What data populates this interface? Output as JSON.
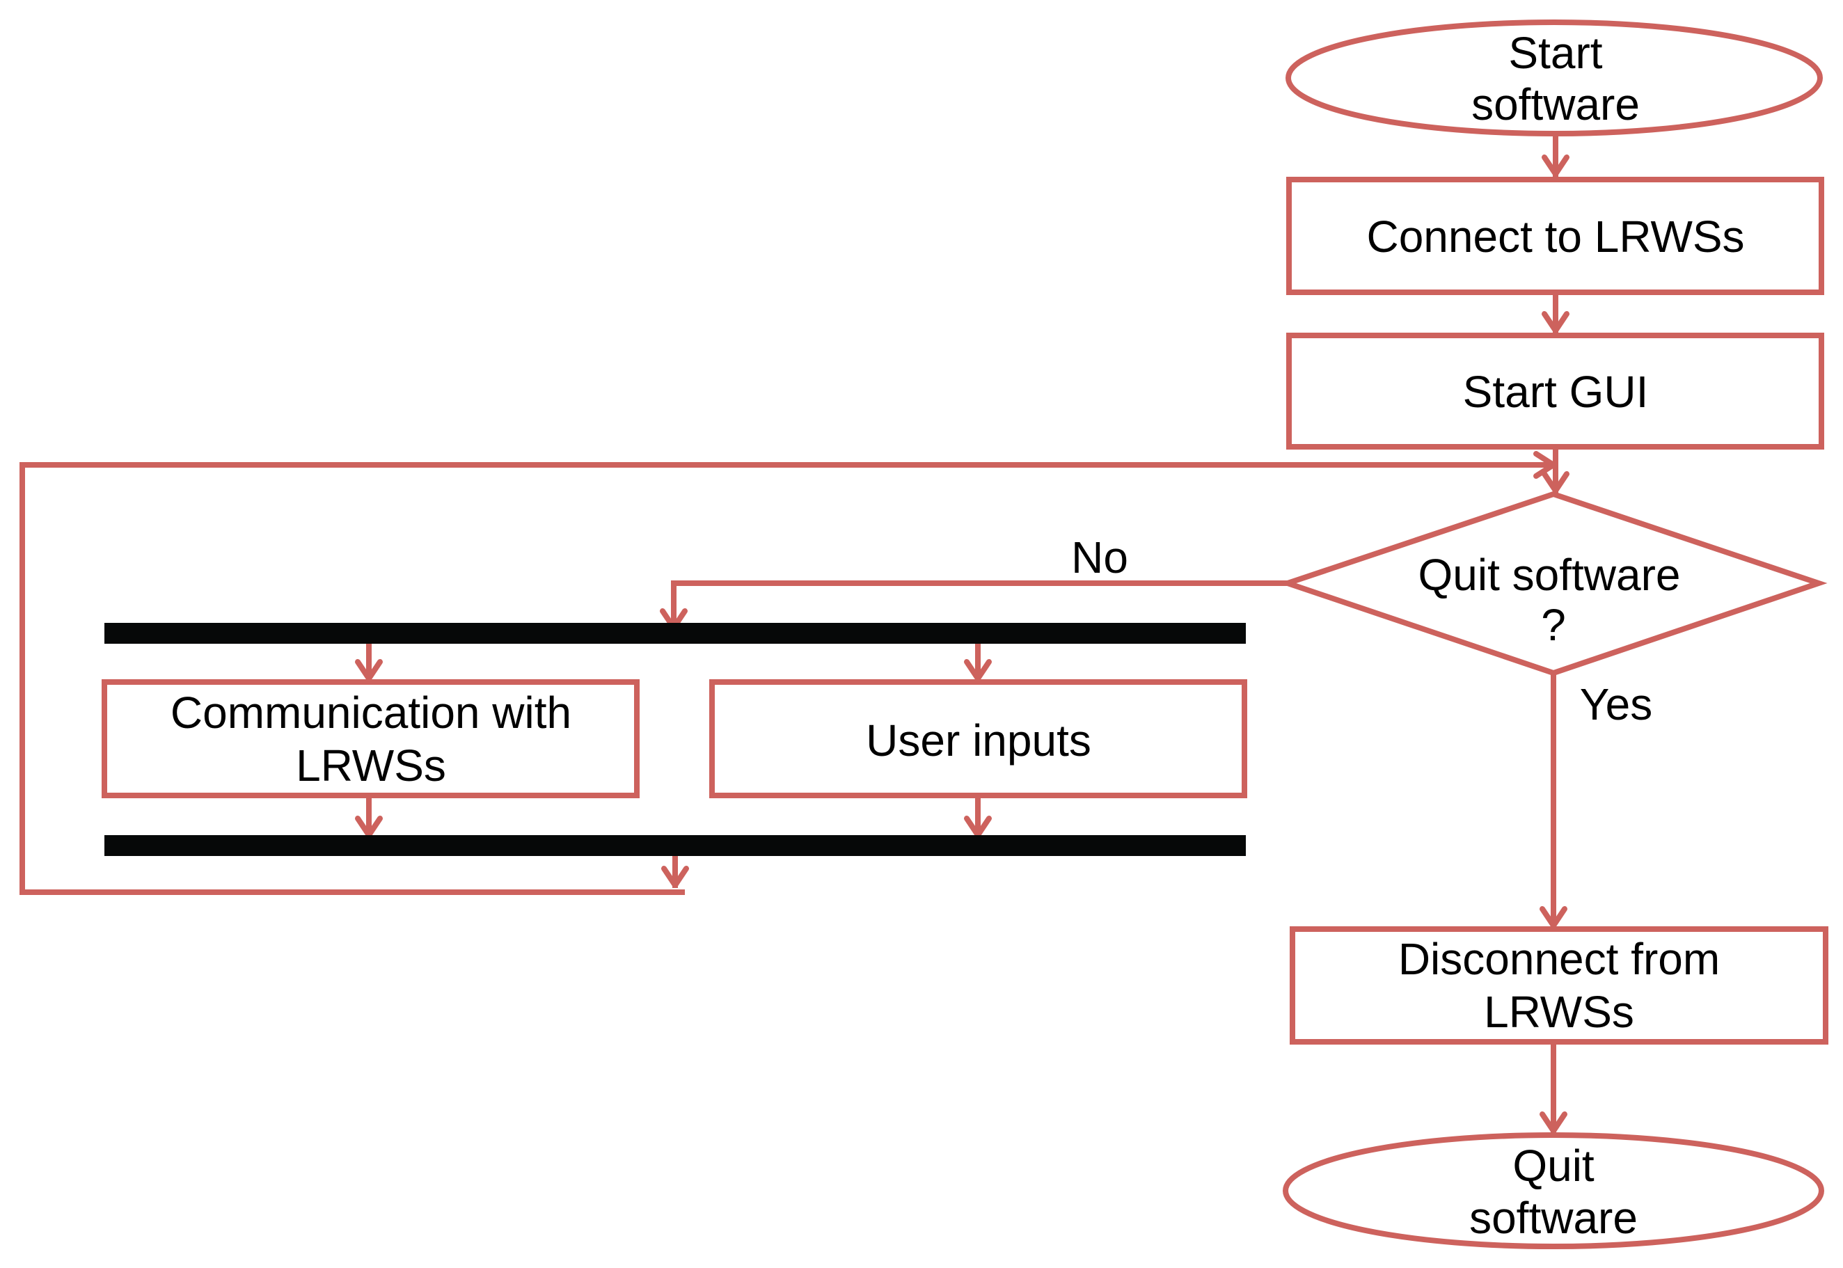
{
  "diagram": {
    "colors": {
      "stroke": "#cd625d",
      "bar": "#060808",
      "text": "#000000"
    },
    "nodes": {
      "start": {
        "line1": "Start",
        "line2": "software"
      },
      "connect": {
        "label": "Connect to LRWSs"
      },
      "start_gui": {
        "label": "Start GUI"
      },
      "decision": {
        "line1": "Quit software",
        "line2": "?"
      },
      "communication": {
        "line1": "Communication with",
        "line2": "LRWSs"
      },
      "user_inputs": {
        "label": "User inputs"
      },
      "disconnect": {
        "line1": "Disconnect from",
        "line2": "LRWSs"
      },
      "quit": {
        "line1": "Quit",
        "line2": "software"
      }
    },
    "edges": {
      "no_label": "No",
      "yes_label": "Yes"
    }
  }
}
